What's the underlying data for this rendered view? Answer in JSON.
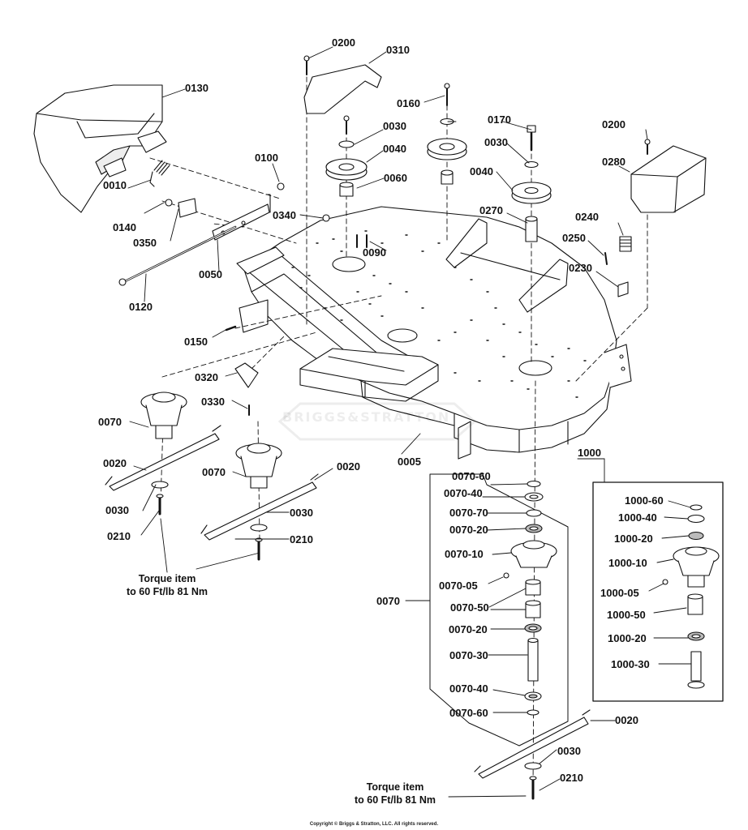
{
  "diagram": {
    "labels": [
      {
        "id": "l0200a",
        "text": "0200"
      },
      {
        "id": "l0310",
        "text": "0310"
      },
      {
        "id": "l0130",
        "text": "0130"
      },
      {
        "id": "l0160",
        "text": "0160"
      },
      {
        "id": "l0030a",
        "text": "0030"
      },
      {
        "id": "l0040a",
        "text": "0040"
      },
      {
        "id": "l0170",
        "text": "0170"
      },
      {
        "id": "l0030b",
        "text": "0030"
      },
      {
        "id": "l0200b",
        "text": "0200"
      },
      {
        "id": "l0280",
        "text": "0280"
      },
      {
        "id": "l0100",
        "text": "0100"
      },
      {
        "id": "l0060",
        "text": "0060"
      },
      {
        "id": "l0040b",
        "text": "0040"
      },
      {
        "id": "l0010",
        "text": "0010"
      },
      {
        "id": "l0340",
        "text": "0340"
      },
      {
        "id": "l0270",
        "text": "0270"
      },
      {
        "id": "l0240",
        "text": "0240"
      },
      {
        "id": "l0140",
        "text": "0140"
      },
      {
        "id": "l0350",
        "text": "0350"
      },
      {
        "id": "l0250",
        "text": "0250"
      },
      {
        "id": "l0090",
        "text": "0090"
      },
      {
        "id": "l0050",
        "text": "0050"
      },
      {
        "id": "l0230",
        "text": "0230"
      },
      {
        "id": "l0120",
        "text": "0120"
      },
      {
        "id": "l0150",
        "text": "0150"
      },
      {
        "id": "l0320",
        "text": "0320"
      },
      {
        "id": "l0330",
        "text": "0330"
      },
      {
        "id": "l0070a",
        "text": "0070"
      },
      {
        "id": "l0020a",
        "text": "0020"
      },
      {
        "id": "l0070b",
        "text": "0070"
      },
      {
        "id": "l0020b",
        "text": "0020"
      },
      {
        "id": "l0005",
        "text": "0005"
      },
      {
        "id": "l1000",
        "text": "1000"
      },
      {
        "id": "l0030c",
        "text": "0030"
      },
      {
        "id": "l0210a",
        "text": "0210"
      },
      {
        "id": "l0030d",
        "text": "0030"
      },
      {
        "id": "l0210b",
        "text": "0210"
      },
      {
        "id": "l0070_60a",
        "text": "0070-60"
      },
      {
        "id": "l0070_40a",
        "text": "0070-40"
      },
      {
        "id": "l0070_70",
        "text": "0070-70"
      },
      {
        "id": "l0070_20a",
        "text": "0070-20"
      },
      {
        "id": "l0070_10",
        "text": "0070-10"
      },
      {
        "id": "l0070_05",
        "text": "0070-05"
      },
      {
        "id": "l0070c",
        "text": "0070"
      },
      {
        "id": "l0070_50",
        "text": "0070-50"
      },
      {
        "id": "l0070_20b",
        "text": "0070-20"
      },
      {
        "id": "l0070_30",
        "text": "0070-30"
      },
      {
        "id": "l0070_40b",
        "text": "0070-40"
      },
      {
        "id": "l0070_60b",
        "text": "0070-60"
      },
      {
        "id": "l1000_60",
        "text": "1000-60"
      },
      {
        "id": "l1000_40",
        "text": "1000-40"
      },
      {
        "id": "l1000_20a",
        "text": "1000-20"
      },
      {
        "id": "l1000_10",
        "text": "1000-10"
      },
      {
        "id": "l1000_05",
        "text": "1000-05"
      },
      {
        "id": "l1000_50",
        "text": "1000-50"
      },
      {
        "id": "l1000_20b",
        "text": "1000-20"
      },
      {
        "id": "l1000_30",
        "text": "1000-30"
      },
      {
        "id": "l0020c",
        "text": "0020"
      },
      {
        "id": "l0030e",
        "text": "0030"
      },
      {
        "id": "l0210c",
        "text": "0210"
      }
    ],
    "torque_note_left": {
      "line1": "Torque item",
      "line2": "to 60 Ft/lb 81 Nm"
    },
    "torque_note_bottom": {
      "line1": "Torque item",
      "line2": "to 60 Ft/lb 81 Nm"
    },
    "watermark": "BRIGGS&STRATTON",
    "copyright": "Copyright © Briggs & Stratton, LLC. All rights reserved."
  }
}
